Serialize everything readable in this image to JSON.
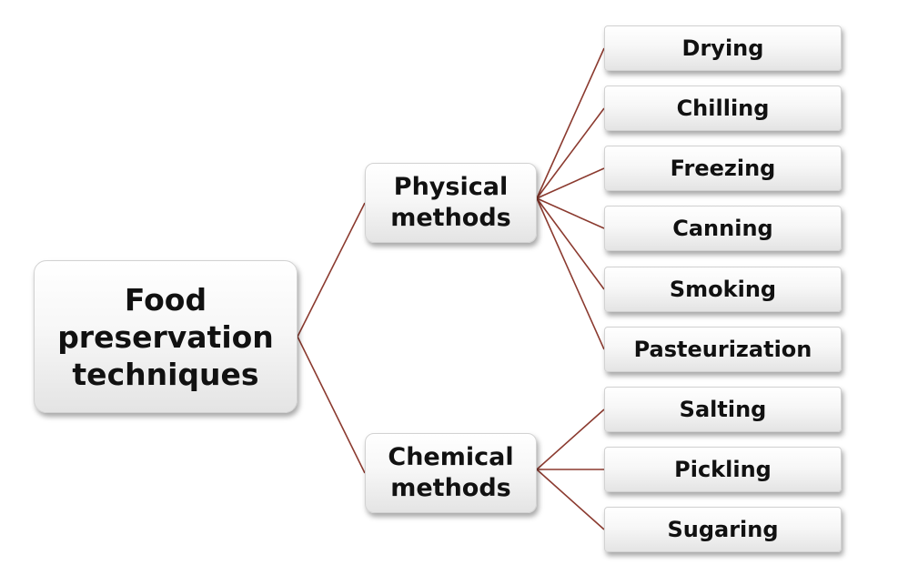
{
  "diagram": {
    "line_color": "#8b3a2f",
    "root": {
      "label": "Food\npreservation\ntechniques"
    },
    "branches": [
      {
        "label": "Physical\nmethods",
        "children": [
          "Drying",
          "Chilling",
          "Freezing",
          "Canning",
          "Smoking",
          "Pasteurization"
        ]
      },
      {
        "label": "Chemical\nmethods",
        "children": [
          "Salting",
          "Pickling",
          "Sugaring"
        ]
      }
    ]
  }
}
